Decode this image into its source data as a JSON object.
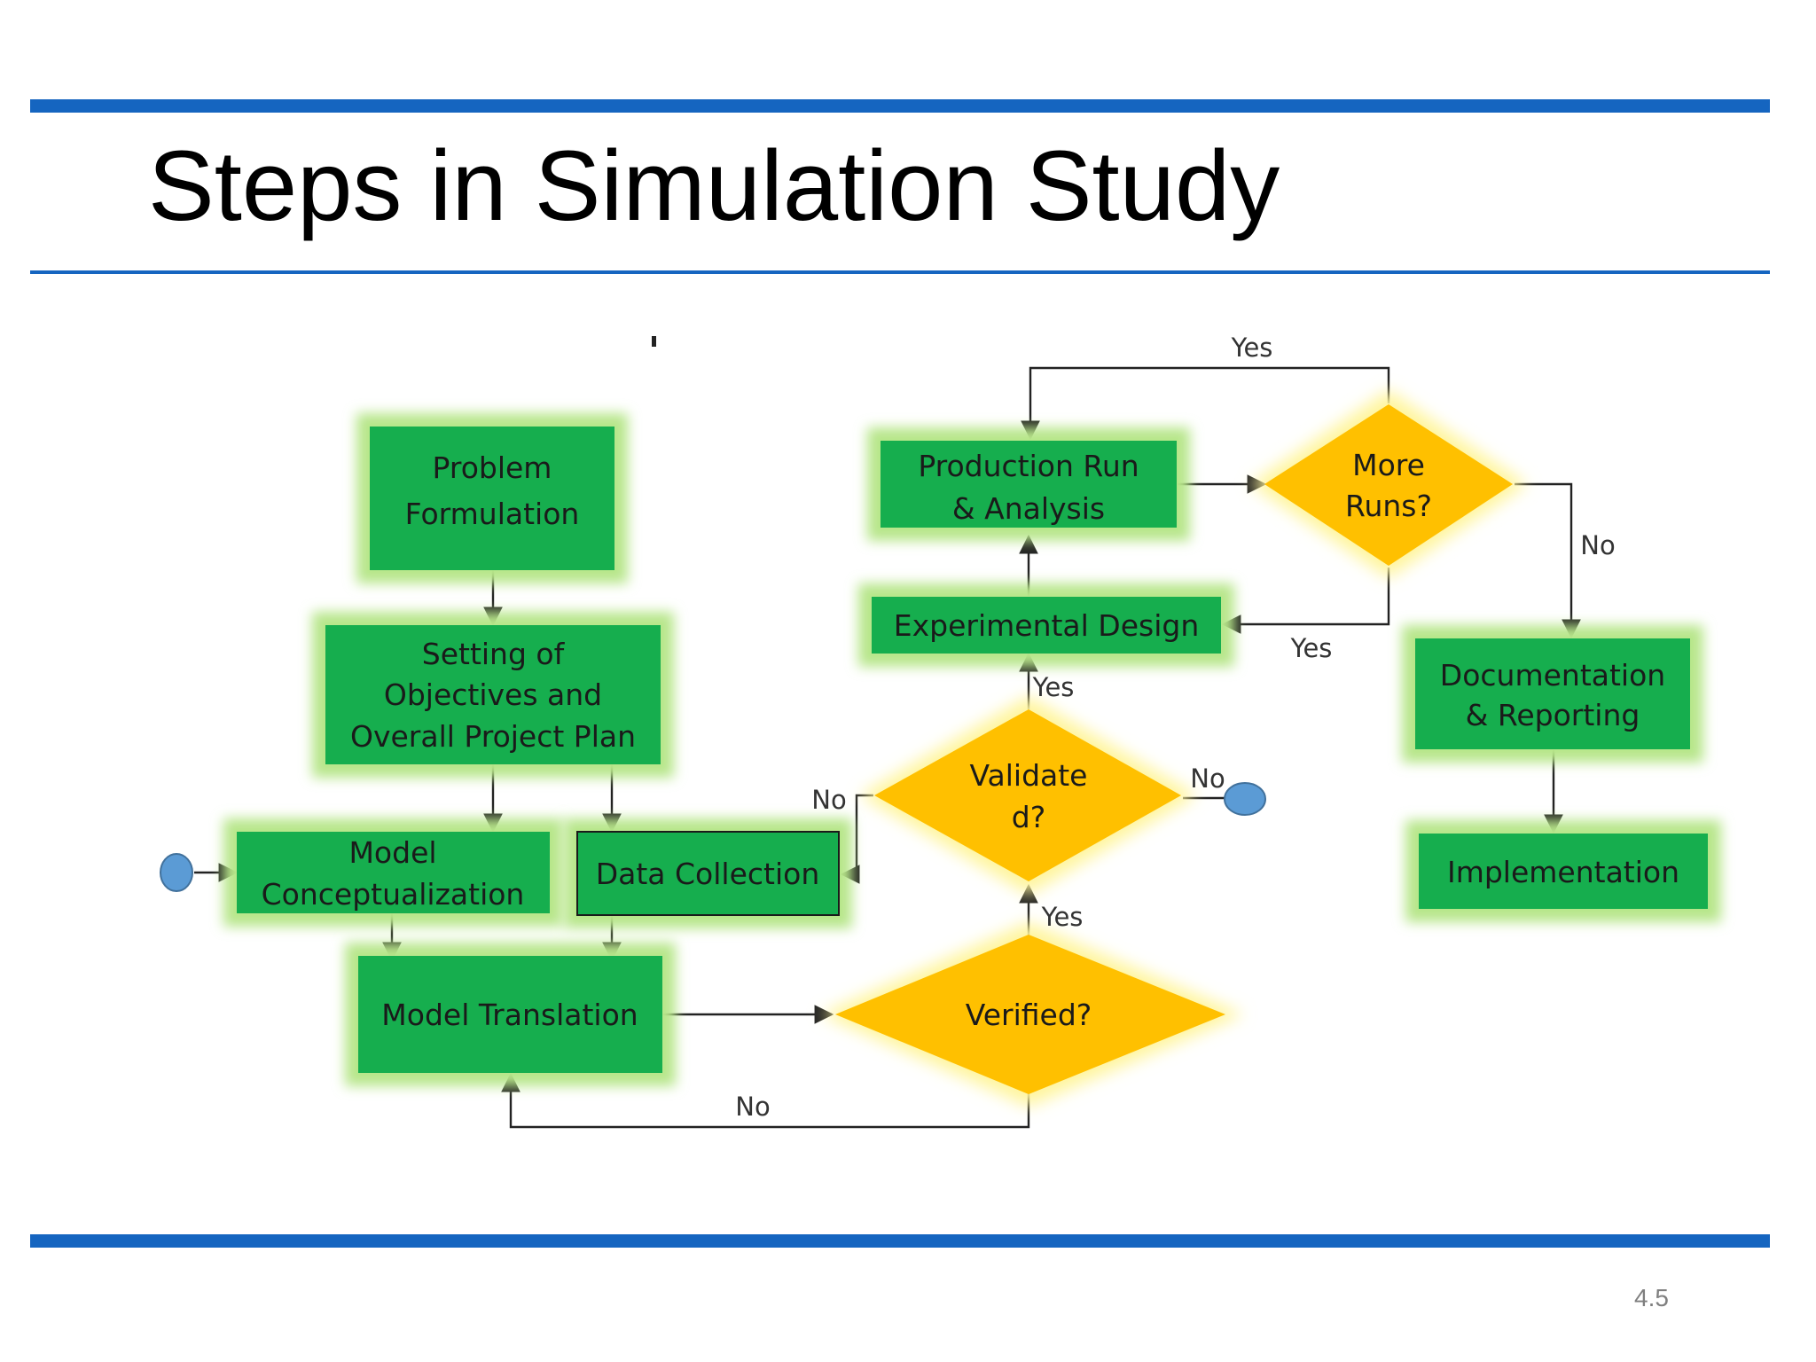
{
  "slide": {
    "title": "Steps in Simulation Study",
    "page_number": "4.5"
  },
  "colors": {
    "accent_bar": "#1565C0",
    "process_fill": "#16AE4E",
    "process_glow": "#B7E68A",
    "decision_fill": "#FFC000",
    "decision_glow": "#FFF59D",
    "terminal_fill": "#5B9BD5"
  },
  "diagram": {
    "nodes": {
      "problem": {
        "lines": [
          "Problem",
          "Formulation"
        ]
      },
      "objectives": {
        "lines": [
          "Setting of",
          "Objectives and",
          "Overall Project Plan"
        ]
      },
      "model_conceptualization": {
        "lines": [
          "Model",
          "Conceptualization"
        ]
      },
      "data_collection": {
        "lines": [
          "Data Collection"
        ]
      },
      "model_translation": {
        "lines": [
          "Model Translation"
        ]
      },
      "verified": {
        "lines": [
          "Verified?"
        ]
      },
      "validated": {
        "lines": [
          "Validate",
          "d?"
        ]
      },
      "experimental_design": {
        "lines": [
          "Experimental Design"
        ]
      },
      "production_run": {
        "lines": [
          "Production Run",
          "& Analysis"
        ]
      },
      "more_runs": {
        "lines": [
          "More",
          "Runs?"
        ]
      },
      "documentation": {
        "lines": [
          "Documentation",
          "& Reporting"
        ]
      },
      "implementation": {
        "lines": [
          "Implementation"
        ]
      }
    },
    "edge_labels": {
      "more_runs_yes_top": "Yes",
      "more_runs_no": "No",
      "more_runs_yes_bottom": "Yes",
      "validated_yes": "Yes",
      "validated_no_left": "No",
      "validated_no_right": "No",
      "verified_yes": "Yes",
      "verified_no": "No"
    }
  }
}
